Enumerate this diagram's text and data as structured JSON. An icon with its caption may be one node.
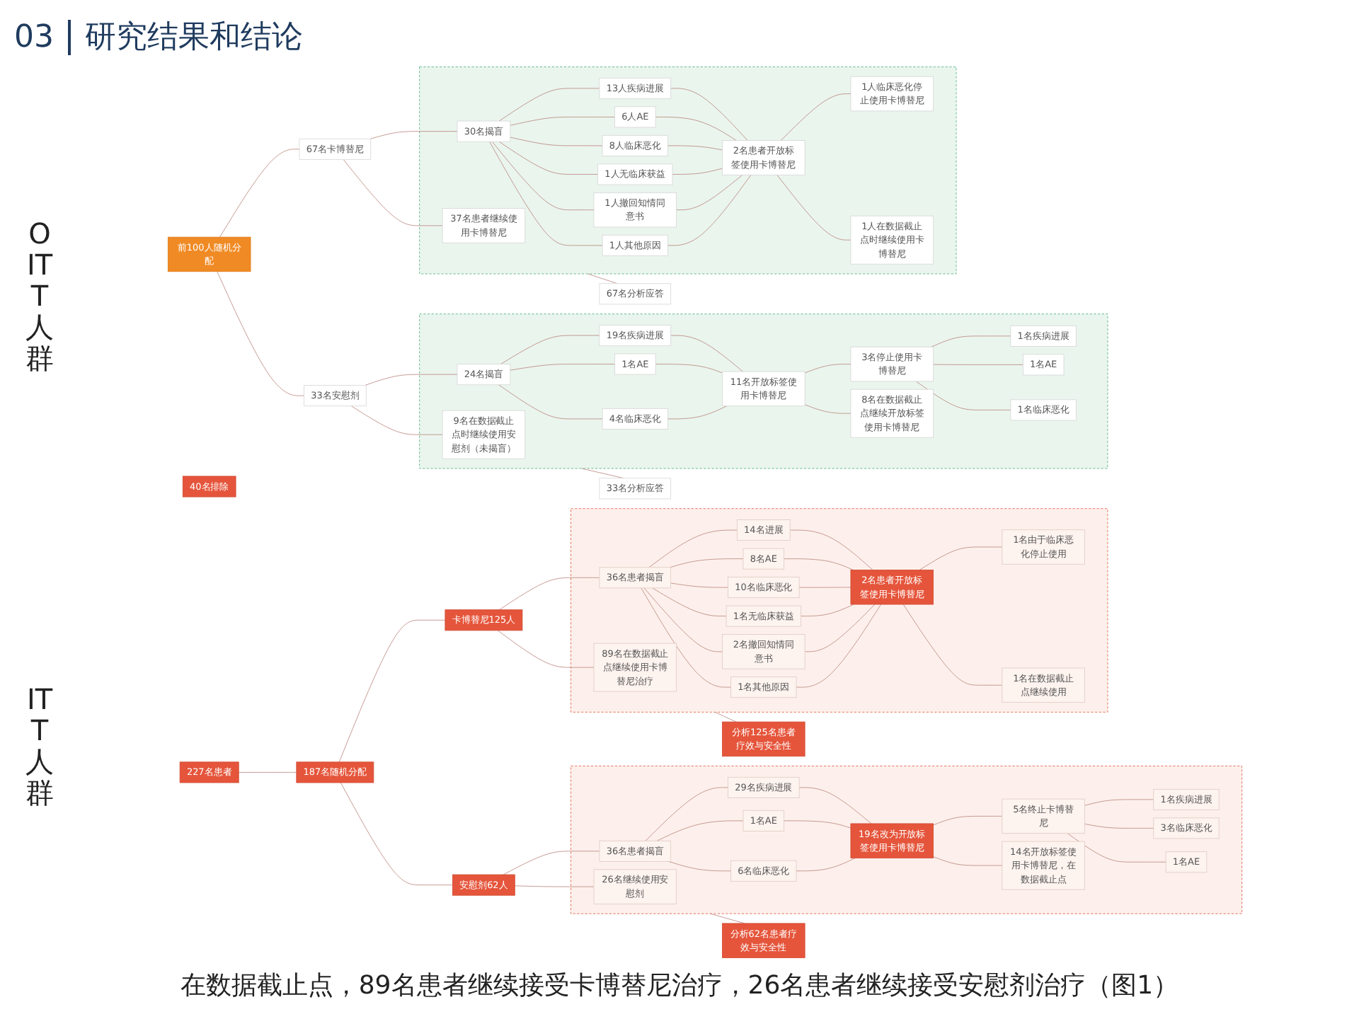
{
  "diagram": {
    "title": "研究结果和结论",
    "caption": "在数据截止点，89名患者继续接受卡博替尼治疗，26名患者继续接受安慰剂治疗（图1）",
    "labels": [
      "03",
      "ITT人群",
      "OITT人群"
    ],
    "nodes": [
      {
        "text": [
          "227名患者"
        ]
      },
      {
        "text": [
          "40名排除"
        ]
      },
      {
        "text": [
          "187名随机分配"
        ]
      },
      {
        "text": [
          "卡博替尼125人"
        ]
      },
      {
        "text": [],
        "shape": "box"
      },
      {
        "text": [
          "36名患者揭盲"
        ],
        "in": 4
      },
      {
        "text": [
          "14名进展"
        ],
        "in": 4
      },
      {
        "text": [
          "8名AE"
        ],
        "in": 4
      },
      {
        "text": [
          "10名临床恶化"
        ],
        "in": 4
      },
      {
        "text": [
          "1名无临床获益"
        ],
        "in": 4
      },
      {
        "text": [
          "2名撤回知情同意书"
        ],
        "in": 4
      },
      {
        "text": [
          "1名其他原因"
        ],
        "in": 4
      },
      {
        "text": [
          "89名在数据截止点继续使用卡博替尼治疗"
        ],
        "in": 4
      },
      {
        "text": [
          "2名患者开放标签使用卡博替尼"
        ],
        "in": 4
      },
      {
        "text": [
          "1名由于临床恶化停止使用"
        ],
        "in": 4
      },
      {
        "text": [
          "1名在数据截止点继续使用"
        ],
        "in": 4
      },
      {
        "text": [
          "分析125名患者疗效与安全性"
        ]
      },
      {
        "text": [
          "安慰剂62人"
        ]
      },
      {
        "text": [],
        "shape": "box"
      },
      {
        "text": [
          "36名患者揭盲"
        ],
        "in": 18
      },
      {
        "text": [
          "29名疾病进展"
        ],
        "in": 18
      },
      {
        "text": [
          "1名AE"
        ],
        "in": 18
      },
      {
        "text": [
          "6名临床恶化"
        ],
        "in": 18
      },
      {
        "text": [
          "19名改为开放标签使用卡博替尼"
        ],
        "in": 18
      },
      {
        "text": [
          "5名终止卡博替尼"
        ],
        "in": 18
      },
      {
        "text": [
          "1名疾病进展"
        ],
        "in": 18
      },
      {
        "text": [
          "3名临床恶化"
        ],
        "in": 18
      },
      {
        "text": [
          "1名AE"
        ],
        "in": 18
      },
      {
        "text": [
          "14名开放标签使用卡博替尼，在数据截止点"
        ],
        "in": 18
      },
      {
        "text": [
          "26名继续使用安慰剂"
        ],
        "in": 18
      },
      {
        "text": [
          "分析62名患者疗效与安全性"
        ]
      },
      {
        "text": [
          "前100人随机分配"
        ]
      },
      {
        "text": [
          "67名卡博替尼"
        ]
      },
      {
        "text": [],
        "shape": "box"
      },
      {
        "text": [
          "30名揭盲"
        ],
        "in": 33
      },
      {
        "text": [
          "13人疾病进展"
        ],
        "in": 33
      },
      {
        "text": [
          "6人AE"
        ],
        "in": 33
      },
      {
        "text": [
          "8人临床恶化"
        ],
        "in": 33
      },
      {
        "text": [
          "1人无临床获益"
        ],
        "in": 33
      },
      {
        "text": [
          "1人撤回知情同意书"
        ],
        "in": 33
      },
      {
        "text": [
          "1人其他原因"
        ],
        "in": 33
      },
      {
        "text": [
          "2名患者开放标签使用卡博替尼"
        ],
        "in": 33
      },
      {
        "text": [
          "1人临床恶化停止使用卡博替尼"
        ],
        "in": 33
      },
      {
        "text": [
          "1人在数据截止点时继续使用卡博替尼"
        ],
        "in": 33
      },
      {
        "text": [
          "37名患者继续使用卡博替尼"
        ],
        "in": 33
      },
      {
        "text": [
          "67名分析应答"
        ]
      },
      {
        "text": [
          "33名安慰剂"
        ]
      },
      {
        "text": [],
        "shape": "box"
      },
      {
        "text": [
          "24名揭盲"
        ],
        "in": 47
      },
      {
        "text": [
          "19名疾病进展"
        ],
        "in": 47
      },
      {
        "text": [
          "1名AE"
        ],
        "in": 47
      },
      {
        "text": [
          "4名临床恶化"
        ],
        "in": 47
      },
      {
        "text": [
          "11名开放标签使用卡博替尼"
        ],
        "in": 47
      },
      {
        "text": [
          "3名停止使用卡博替尼"
        ],
        "in": 47
      },
      {
        "text": [
          "1名疾病进展"
        ],
        "in": 47
      },
      {
        "text": [
          "1名AE"
        ],
        "in": 47
      },
      {
        "text": [
          "1名临床恶化"
        ],
        "in": 47
      },
      {
        "text": [
          "8名在数据截止点继续开放标签使用卡博替尼"
        ],
        "in": 47
      },
      {
        "text": [
          "9名在数据截止点时继续使用安慰剂（未揭盲）"
        ],
        "in": 47
      },
      {
        "text": [
          "33名分析应答"
        ]
      }
    ],
    "edges": [
      {
        "from": 0,
        "to": 2,
        "arrow": "none"
      },
      {
        "from": 2,
        "to": 3,
        "arrow": "none"
      },
      {
        "from": 2,
        "to": 17,
        "arrow": "none"
      },
      {
        "from": 3,
        "to": 5,
        "arrow": "none"
      },
      {
        "from": 3,
        "to": 12,
        "arrow": "none"
      },
      {
        "from": 5,
        "to": 6,
        "arrow": "none"
      },
      {
        "from": 5,
        "to": 7,
        "arrow": "none"
      },
      {
        "from": 5,
        "to": 8,
        "arrow": "none"
      },
      {
        "from": 5,
        "to": 9,
        "arrow": "none"
      },
      {
        "from": 5,
        "to": 10,
        "arrow": "none"
      },
      {
        "from": 5,
        "to": 11,
        "arrow": "none"
      },
      {
        "from": 6,
        "to": 13,
        "arrow": "none"
      },
      {
        "from": 7,
        "to": 13,
        "arrow": "none"
      },
      {
        "from": 8,
        "to": 13,
        "arrow": "none"
      },
      {
        "from": 9,
        "to": 13,
        "arrow": "none"
      },
      {
        "from": 10,
        "to": 13,
        "arrow": "none"
      },
      {
        "from": 11,
        "to": 13,
        "arrow": "none"
      },
      {
        "from": 13,
        "to": 14,
        "arrow": "none"
      },
      {
        "from": 13,
        "to": 15,
        "arrow": "none"
      },
      {
        "from": 4,
        "to": 16,
        "arrow": "none"
      },
      {
        "from": 17,
        "to": 19,
        "arrow": "none"
      },
      {
        "from": 17,
        "to": 29,
        "arrow": "none"
      },
      {
        "from": 19,
        "to": 20,
        "arrow": "none"
      },
      {
        "from": 19,
        "to": 21,
        "arrow": "none"
      },
      {
        "from": 19,
        "to": 22,
        "arrow": "none"
      },
      {
        "from": 20,
        "to": 23,
        "arrow": "none"
      },
      {
        "from": 21,
        "to": 23,
        "arrow": "none"
      },
      {
        "from": 22,
        "to": 23,
        "arrow": "none"
      },
      {
        "from": 23,
        "to": 24,
        "arrow": "none"
      },
      {
        "from": 23,
        "to": 28,
        "arrow": "none"
      },
      {
        "from": 24,
        "to": 25,
        "arrow": "none"
      },
      {
        "from": 24,
        "to": 26,
        "arrow": "none"
      },
      {
        "from": 24,
        "to": 27,
        "arrow": "none"
      },
      {
        "from": 18,
        "to": 30,
        "arrow": "none"
      },
      {
        "from": 31,
        "to": 32,
        "arrow": "none"
      },
      {
        "from": 31,
        "to": 46,
        "arrow": "none"
      },
      {
        "from": 32,
        "to": 34,
        "arrow": "none"
      },
      {
        "from": 32,
        "to": 44,
        "arrow": "none"
      },
      {
        "from": 34,
        "to": 35,
        "arrow": "none"
      },
      {
        "from": 34,
        "to": 36,
        "arrow": "none"
      },
      {
        "from": 34,
        "to": 37,
        "arrow": "none"
      },
      {
        "from": 34,
        "to": 38,
        "arrow": "none"
      },
      {
        "from": 34,
        "to": 39,
        "arrow": "none"
      },
      {
        "from": 34,
        "to": 40,
        "arrow": "none"
      },
      {
        "from": 35,
        "to": 41,
        "arrow": "none"
      },
      {
        "from": 36,
        "to": 41,
        "arrow": "none"
      },
      {
        "from": 37,
        "to": 41,
        "arrow": "none"
      },
      {
        "from": 38,
        "to": 41,
        "arrow": "none"
      },
      {
        "from": 39,
        "to": 41,
        "arrow": "none"
      },
      {
        "from": 40,
        "to": 41,
        "arrow": "none"
      },
      {
        "from": 41,
        "to": 42,
        "arrow": "none"
      },
      {
        "from": 41,
        "to": 43,
        "arrow": "none"
      },
      {
        "from": 33,
        "to": 45,
        "arrow": "none"
      },
      {
        "from": 46,
        "to": 48,
        "arrow": "none"
      },
      {
        "from": 46,
        "to": 58,
        "arrow": "none"
      },
      {
        "from": 48,
        "to": 49,
        "arrow": "none"
      },
      {
        "from": 48,
        "to": 50,
        "arrow": "none"
      },
      {
        "from": 48,
        "to": 51,
        "arrow": "none"
      },
      {
        "from": 49,
        "to": 52,
        "arrow": "none"
      },
      {
        "from": 50,
        "to": 52,
        "arrow": "none"
      },
      {
        "from": 51,
        "to": 52,
        "arrow": "none"
      },
      {
        "from": 52,
        "to": 53,
        "arrow": "none"
      },
      {
        "from": 52,
        "to": 57,
        "arrow": "none"
      },
      {
        "from": 53,
        "to": 54,
        "arrow": "none"
      },
      {
        "from": 53,
        "to": 55,
        "arrow": "none"
      },
      {
        "from": 53,
        "to": 56,
        "arrow": "none"
      },
      {
        "from": 47,
        "to": 59,
        "arrow": "none"
      }
    ]
  }
}
